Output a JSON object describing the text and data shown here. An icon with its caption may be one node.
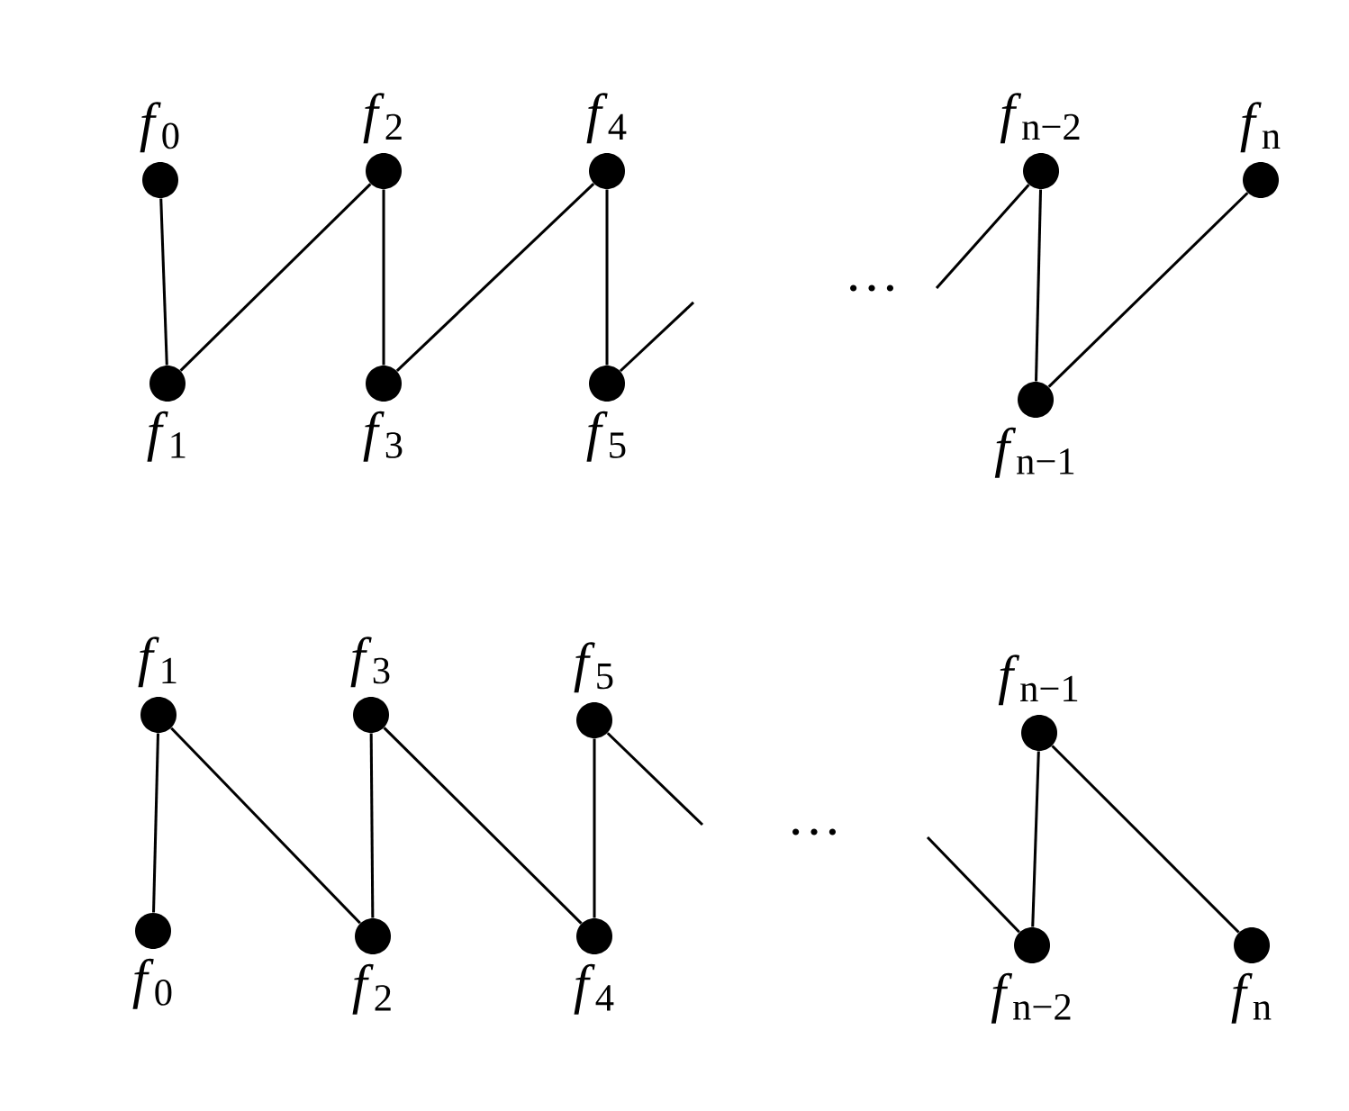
{
  "diagram": {
    "nodes": [
      {
        "text": [],
        "shape": "circle",
        "beside": [
          "*f*$_{0}$"
        ]
      },
      {
        "text": [],
        "shape": "circle",
        "beside": [
          "*f*$_{1}$"
        ]
      },
      {
        "text": [],
        "shape": "circle",
        "beside": [
          "*f*$_{2}$"
        ]
      },
      {
        "text": [],
        "shape": "circle",
        "beside": [
          "*f*$_{3}$"
        ]
      },
      {
        "text": [],
        "shape": "circle",
        "beside": [
          "*f*$_{4}$"
        ]
      },
      {
        "text": [],
        "shape": "circle",
        "beside": [
          "*f*$_{5}$"
        ]
      },
      {
        "text": [],
        "shape": "circle",
        "beside": [
          "*f*$_{n−2}$"
        ]
      },
      {
        "text": [],
        "shape": "circle",
        "beside": [
          "*f*$_{n−1}$"
        ]
      },
      {
        "text": [],
        "shape": "circle",
        "beside": [
          "*f*$_{n}$"
        ]
      },
      {
        "text": [],
        "shape": "circle",
        "beside": [
          "*f*$_{1}$"
        ]
      },
      {
        "text": [],
        "shape": "circle",
        "beside": [
          "*f*$_{0}$"
        ]
      },
      {
        "text": [],
        "shape": "circle",
        "beside": [
          "*f*$_{3}$"
        ]
      },
      {
        "text": [],
        "shape": "circle",
        "beside": [
          "*f*$_{2}$"
        ]
      },
      {
        "text": [],
        "shape": "circle",
        "beside": [
          "*f*$_{5}$"
        ]
      },
      {
        "text": [],
        "shape": "circle",
        "beside": [
          "*f*$_{4}$"
        ]
      },
      {
        "text": [],
        "shape": "circle",
        "beside": [
          "*f*$_{n−1}$"
        ]
      },
      {
        "text": [],
        "shape": "circle",
        "beside": [
          "*f*$_{n−2}$"
        ]
      },
      {
        "text": [],
        "shape": "circle",
        "beside": [
          "*f*$_{n}$"
        ]
      }
    ],
    "edges": [
      {
        "from": 0,
        "to": 1,
        "arrow": "none"
      },
      {
        "from": 1,
        "to": 2,
        "arrow": "none"
      },
      {
        "from": 2,
        "to": 3,
        "arrow": "none"
      },
      {
        "from": 3,
        "to": 4,
        "arrow": "none"
      },
      {
        "from": 4,
        "to": 5,
        "arrow": "none"
      },
      {
        "from": 5,
        "to": null,
        "arrow": "none"
      },
      {
        "from": null,
        "to": 6,
        "arrow": "none"
      },
      {
        "from": 6,
        "to": 7,
        "arrow": "none"
      },
      {
        "from": 7,
        "to": 8,
        "arrow": "none"
      },
      {
        "from": 9,
        "to": 10,
        "arrow": "none"
      },
      {
        "from": 9,
        "to": 12,
        "arrow": "none"
      },
      {
        "from": 11,
        "to": 12,
        "arrow": "none"
      },
      {
        "from": 11,
        "to": 14,
        "arrow": "none"
      },
      {
        "from": 13,
        "to": 14,
        "arrow": "none"
      },
      {
        "from": 13,
        "to": null,
        "arrow": "none"
      },
      {
        "from": null,
        "to": 16,
        "arrow": "none"
      },
      {
        "from": 15,
        "to": 16,
        "arrow": "none"
      },
      {
        "from": 15,
        "to": 17,
        "arrow": "none"
      }
    ],
    "labels": [
      "…",
      "…"
    ]
  }
}
